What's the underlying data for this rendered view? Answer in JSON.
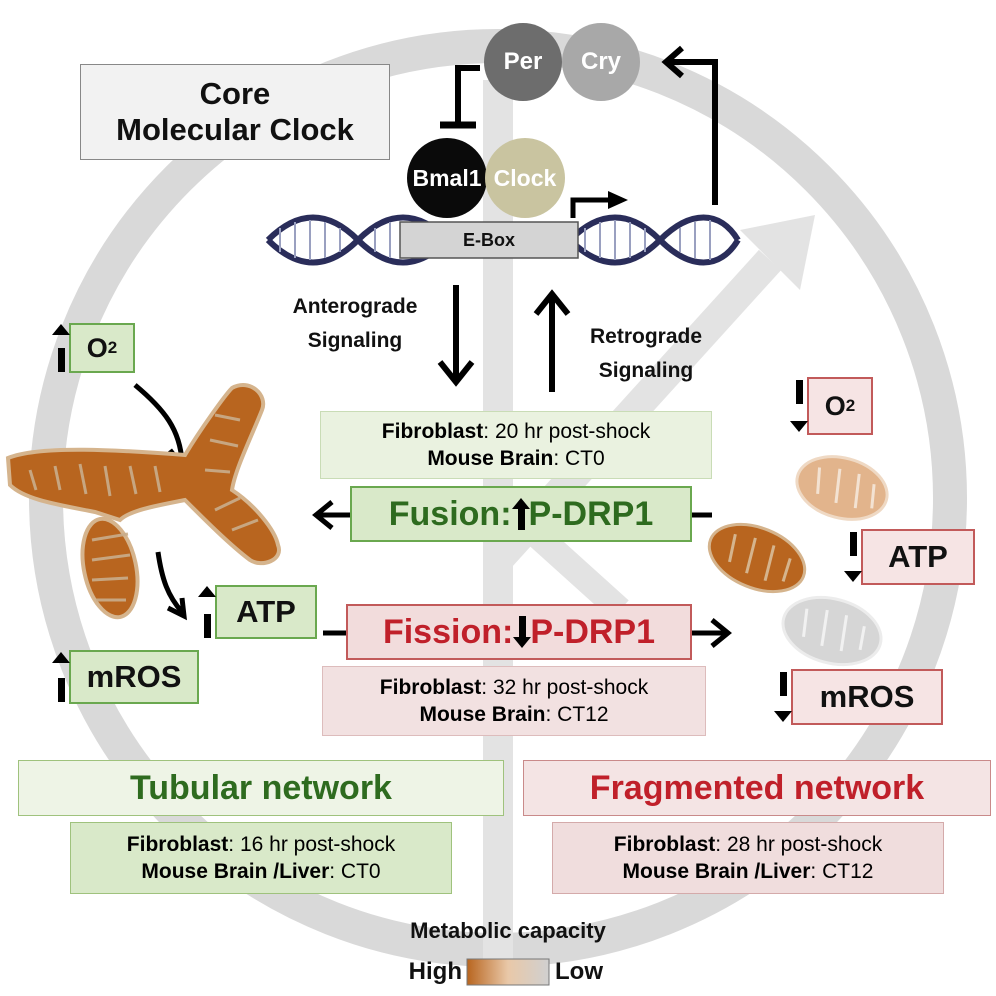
{
  "clock": {
    "title_line1": "Core",
    "title_line2": "Molecular Clock",
    "per": "Per",
    "cry": "Cry",
    "bmal1": "Bmal1",
    "clock": "Clock",
    "ebox": "E-Box"
  },
  "signaling": {
    "anterograde_line1": "Anterograde",
    "anterograde_line2": "Signaling",
    "retrograde_line1": "Retrograde",
    "retrograde_line2": "Signaling"
  },
  "fusion": {
    "info_fibroblast_label": "Fibroblast",
    "info_fibroblast_value": ": 20 hr post-shock",
    "info_brain_label": "Mouse Brain",
    "info_brain_value": ": CT0",
    "prefix": "Fusion:",
    "pdrp1": "P-DRP1"
  },
  "fission": {
    "prefix": "Fission:",
    "pdrp1": "P-DRP1",
    "info_fibroblast_label": "Fibroblast",
    "info_fibroblast_value": ": 32 hr post-shock",
    "info_brain_label": "Mouse Brain",
    "info_brain_value": ": CT12"
  },
  "left_metrics": {
    "o2": "O",
    "o2_sub": "2",
    "atp": "ATP",
    "mros": "mROS"
  },
  "right_metrics": {
    "o2": "O",
    "o2_sub": "2",
    "atp": "ATP",
    "mros": "mROS"
  },
  "tubular": {
    "title": "Tubular network",
    "fibroblast_label": "Fibroblast",
    "fibroblast_value": ": 16 hr post-shock",
    "tissue_label": "Mouse Brain /Liver",
    "tissue_value": ": CT0"
  },
  "fragmented": {
    "title": "Fragmented network",
    "fibroblast_label": "Fibroblast",
    "fibroblast_value": ": 28 hr post-shock",
    "tissue_label": "Mouse Brain /Liver",
    "tissue_value": ": CT12"
  },
  "legend": {
    "title": "Metabolic capacity",
    "high": "High",
    "low": "Low"
  },
  "colors": {
    "green_text": "#2e6b1f",
    "red_text": "#c0202a",
    "mito_orange": "#b8651f",
    "mito_low": "#d6d6d6"
  }
}
